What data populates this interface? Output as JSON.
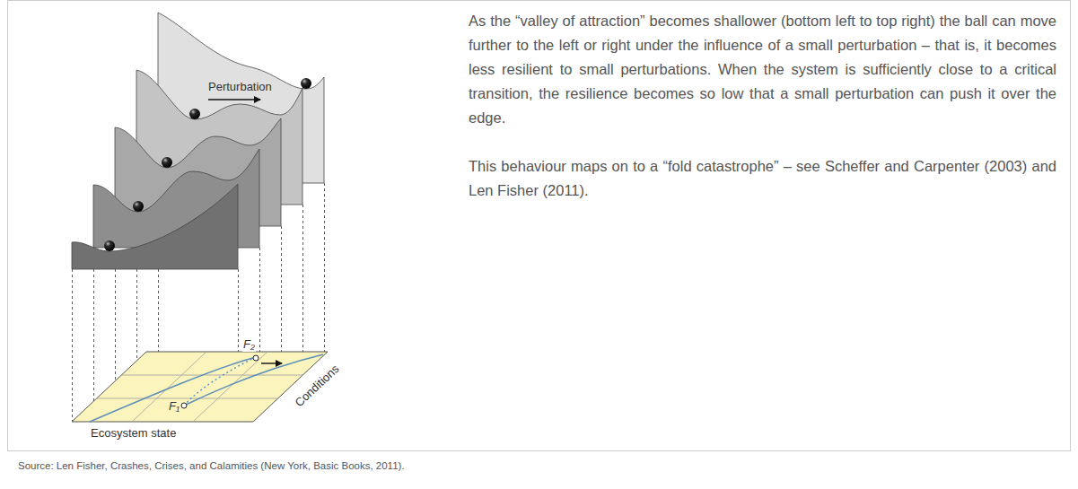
{
  "diagram": {
    "caption": "Source: Len Fisher, Crashes, Crises, and Calamities (New York, Basic Books, 2011).",
    "labels": [
      "Perturbation",
      "F₂",
      "F₁",
      "Conditions",
      "Ecosystem state",
      "As the “valley of attraction” becomes shallower (bottom left to top right) the ball can move further to the left or right under the influence of a small perturbation – that is, it becomes less resilient to small perturbations. When the system is sufficiently close to a critical transition, the resilience becomes so low that a small perturbation can push it over the edge.",
      "This behaviour maps on to a “fold catastrophe” – see Scheffer and Carpenter (2003) and Len Fisher (2011)."
    ]
  }
}
